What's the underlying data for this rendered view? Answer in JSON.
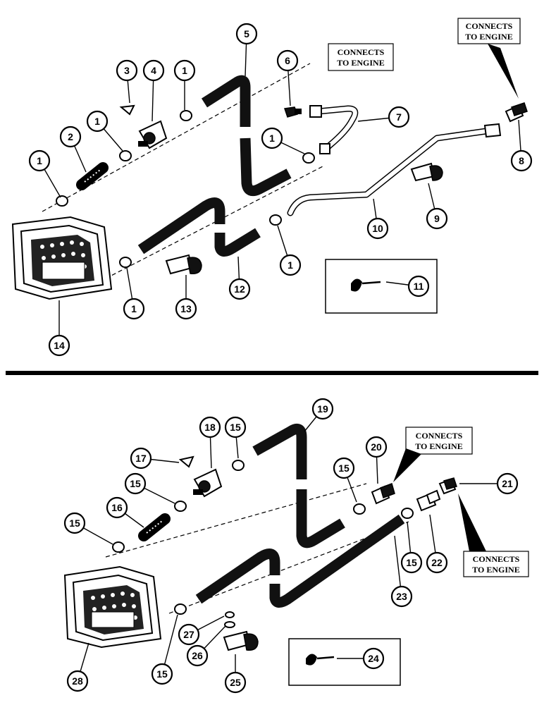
{
  "notes": {
    "top_center": [
      "CONNECTS",
      "TO ENGINE"
    ],
    "top_right": [
      "CONNECTS",
      "TO ENGINE"
    ],
    "bottom_center": [
      "CONNECTS",
      "TO ENGINE"
    ],
    "bottom_right": [
      "CONNECTS",
      "TO ENGINE"
    ]
  },
  "callouts": [
    {
      "n": "1"
    },
    {
      "n": "1"
    },
    {
      "n": "1"
    },
    {
      "n": "1"
    },
    {
      "n": "1"
    },
    {
      "n": "1"
    },
    {
      "n": "1"
    },
    {
      "n": "2"
    },
    {
      "n": "3"
    },
    {
      "n": "4"
    },
    {
      "n": "5"
    },
    {
      "n": "6"
    },
    {
      "n": "7"
    },
    {
      "n": "8"
    },
    {
      "n": "9"
    },
    {
      "n": "10"
    },
    {
      "n": "11"
    },
    {
      "n": "12"
    },
    {
      "n": "13"
    },
    {
      "n": "14"
    },
    {
      "n": "15"
    },
    {
      "n": "15"
    },
    {
      "n": "15"
    },
    {
      "n": "15"
    },
    {
      "n": "15"
    },
    {
      "n": "15"
    },
    {
      "n": "15"
    },
    {
      "n": "16"
    },
    {
      "n": "17"
    },
    {
      "n": "18"
    },
    {
      "n": "19"
    },
    {
      "n": "20"
    },
    {
      "n": "21"
    },
    {
      "n": "22"
    },
    {
      "n": "23"
    },
    {
      "n": "24"
    },
    {
      "n": "25"
    },
    {
      "n": "26"
    },
    {
      "n": "27"
    },
    {
      "n": "28"
    }
  ]
}
